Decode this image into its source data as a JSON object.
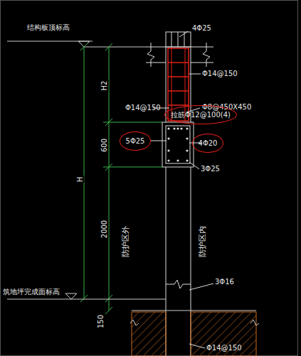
{
  "diagram": {
    "nodes": [
      {
        "text": [
          "拉筋Φ12@100(4)"
        ]
      },
      {
        "text": [
          "5Φ25"
        ]
      },
      {
        "text": [
          "4Φ20"
        ]
      }
    ],
    "labels": [
      "结构板顶标高",
      "4Φ25",
      "Φ14@150",
      "H2",
      "Φ14@150",
      "Φ8@450X450",
      "600",
      "3Φ25",
      "H",
      "2000",
      "防护区外",
      "防护区内",
      "3Φ16",
      "筑地坪完成面标高",
      "150",
      "Φ14@150"
    ]
  }
}
